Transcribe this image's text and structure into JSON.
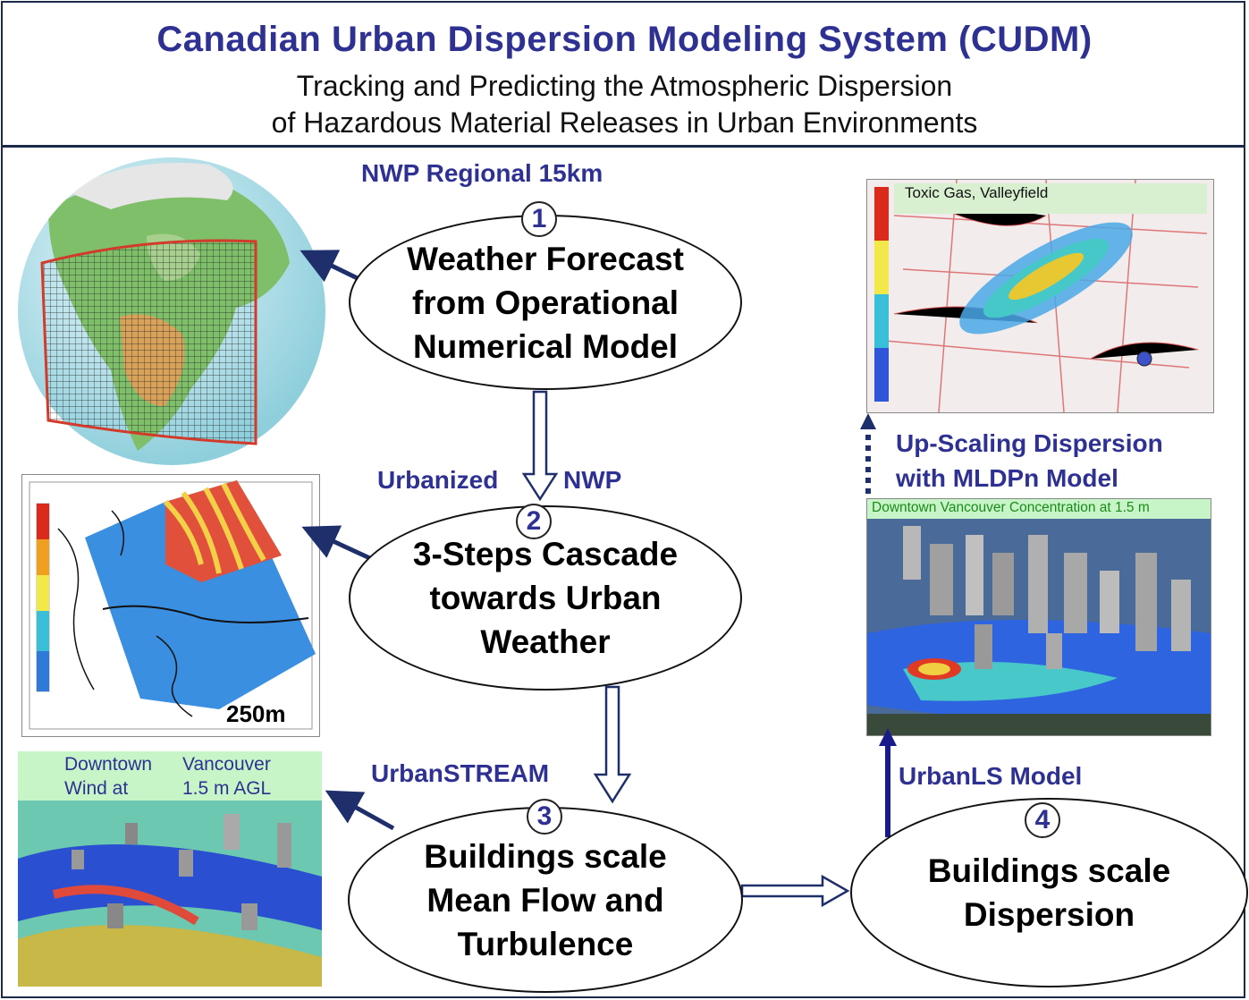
{
  "title": {
    "main": "Canadian Urban Dispersion Modeling System (CUDM)",
    "sub1": "Tracking and Predicting the Atmospheric Dispersion",
    "sub2": "of Hazardous Material Releases in  Urban Environments"
  },
  "steps": [
    {
      "number": "1",
      "label": "NWP Regional 15km",
      "lines": [
        "Weather Forecast",
        "from Operational",
        "Numerical Model"
      ]
    },
    {
      "number": "2",
      "label_left": "Urbanized",
      "label_right": "NWP",
      "lines": [
        "3-Steps Cascade",
        "towards Urban",
        "Weather"
      ]
    },
    {
      "number": "3",
      "label": "UrbanSTREAM",
      "lines": [
        "Buildings scale",
        "Mean Flow and",
        "Turbulence"
      ]
    },
    {
      "number": "4",
      "label": "UrbanLS Model",
      "lines": [
        "Buildings scale",
        "Dispersion"
      ]
    }
  ],
  "upscaling": {
    "line1": "Up-Scaling Dispersion",
    "line2": "with MLDPn Model"
  },
  "images": {
    "globe": {
      "icon": "globe-grid-icon"
    },
    "cascade_map": {
      "caption": "250m"
    },
    "wind_map": {
      "caption_a": "Downtown",
      "caption_b": "Vancouver",
      "caption_c": "Wind at",
      "caption_d": "1.5 m AGL"
    },
    "toxic_map": {
      "caption": "Toxic Gas, Valleyfield"
    },
    "vancouver_3d": {
      "caption": "Downtown Vancouver Concentration at 1.5 m"
    }
  },
  "colors": {
    "accent": "#2e3192",
    "arrow": "#1f2f6b",
    "border": "#1c2a4a",
    "caption_bg": "#c8f5c8"
  }
}
